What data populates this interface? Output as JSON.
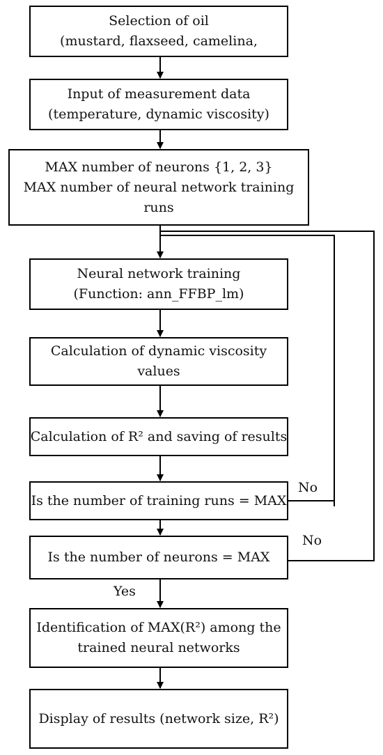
{
  "diagram": {
    "boxes": [
      {
        "id": "select-oil",
        "lines": [
          "Selection of oil",
          "(mustard, flaxseed, camelina,"
        ]
      },
      {
        "id": "input-data",
        "lines": [
          "Input of measurement data",
          "(temperature, dynamic viscosity)"
        ]
      },
      {
        "id": "max-settings",
        "lines": [
          "MAX number of neurons {1, 2, 3}",
          "MAX number of neural network training",
          "runs"
        ]
      },
      {
        "id": "nn-training",
        "lines": [
          "Neural network training",
          "(Function: ann_FFBP_lm)"
        ]
      },
      {
        "id": "calc-viscosity",
        "lines": [
          "Calculation of dynamic viscosity",
          "values"
        ]
      },
      {
        "id": "calc-r2",
        "lines": [
          "Calculation of R² and saving of results"
        ]
      },
      {
        "id": "check-runs",
        "lines": [
          "Is the number of training runs = MAX"
        ]
      },
      {
        "id": "check-neurons",
        "lines": [
          "Is the number of neurons = MAX"
        ]
      },
      {
        "id": "identify-max",
        "lines": [
          "Identification of MAX(R²) among the",
          "trained neural networks"
        ]
      },
      {
        "id": "display-results",
        "lines": [
          "Display of results (network size, R²)"
        ]
      }
    ],
    "labels": {
      "no_runs": "No",
      "no_neurons": "No",
      "yes": "Yes"
    }
  }
}
